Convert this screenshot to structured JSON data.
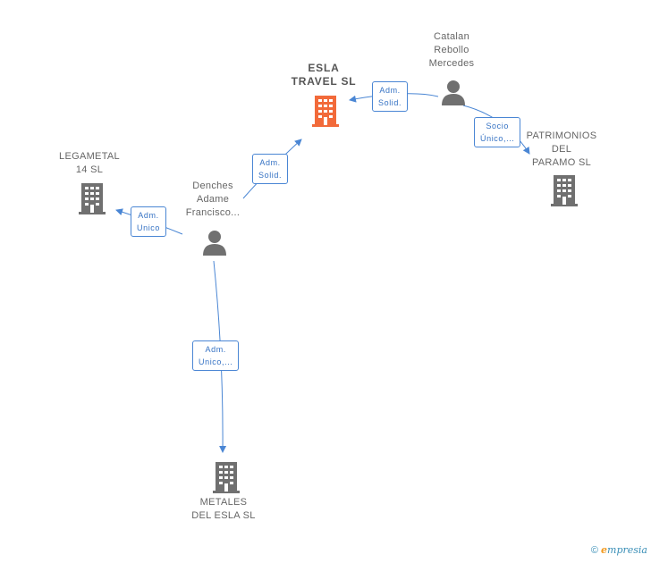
{
  "nodes": {
    "esla_travel": {
      "lines": [
        "ESLA",
        "TRAVEL SL"
      ]
    },
    "catalan": {
      "lines": [
        "Catalan",
        "Rebollo",
        "Mercedes"
      ]
    },
    "patrimonios": {
      "lines": [
        "PATRIMONIOS",
        "DEL",
        "PARAMO SL"
      ]
    },
    "legametal": {
      "lines": [
        "LEGAMETAL",
        "14 SL"
      ]
    },
    "denches": {
      "lines": [
        "Denches",
        "Adame",
        "Francisco..."
      ]
    },
    "metales": {
      "lines": [
        "METALES",
        "DEL ESLA SL"
      ]
    }
  },
  "edges": {
    "catalan_esla": {
      "lines": [
        "Adm.",
        "Solid."
      ]
    },
    "catalan_patrimonios": {
      "lines": [
        "Socio",
        "Único,..."
      ]
    },
    "denches_esla": {
      "lines": [
        "Adm.",
        "Solid."
      ]
    },
    "denches_legametal": {
      "lines": [
        "Adm.",
        "Unico"
      ]
    },
    "denches_metales": {
      "lines": [
        "Adm.",
        "Unico,..."
      ]
    }
  },
  "footer": {
    "copyright": "©",
    "brand_initial": "e",
    "brand_rest": "mpresia"
  },
  "colors": {
    "main_company": "#f26a3a",
    "company": "#707070",
    "person": "#707070",
    "edge": "#4a86d4"
  }
}
